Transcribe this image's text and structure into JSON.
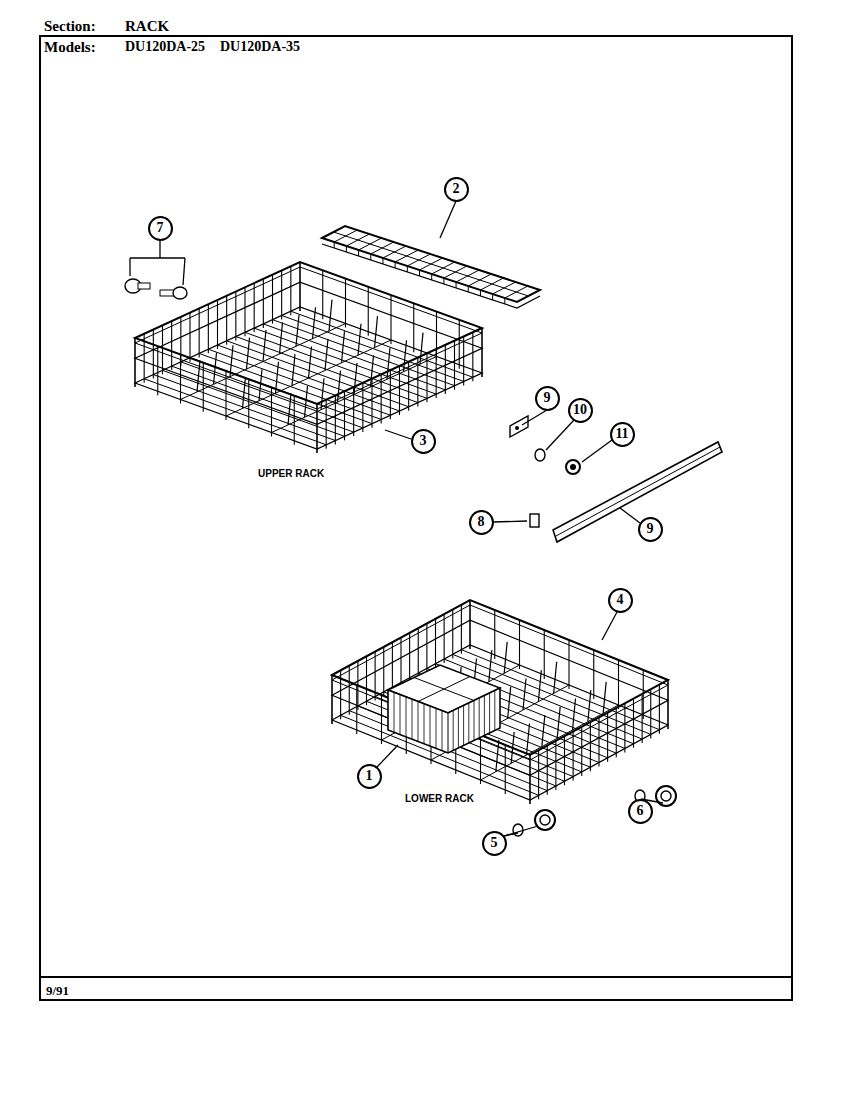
{
  "diagram": {
    "nodes": [
      {
        "text": [
          "2"
        ]
      },
      {
        "text": [
          "7"
        ]
      },
      {
        "text": [
          "9"
        ]
      },
      {
        "text": [
          "10"
        ]
      },
      {
        "text": [
          "11"
        ]
      },
      {
        "text": [
          "3"
        ]
      },
      {
        "text": [
          "8"
        ]
      },
      {
        "text": [
          "9"
        ]
      },
      {
        "text": [
          "4"
        ]
      },
      {
        "text": [
          "1"
        ]
      },
      {
        "text": [
          "6"
        ]
      },
      {
        "text": [
          "5"
        ]
      }
    ],
    "labels": [
      "Section:",
      "RACK",
      "Models:",
      "DU120DA-25",
      "DU120DA-35",
      "UPPER RACK",
      "LOWER RACK",
      "9/91"
    ]
  }
}
